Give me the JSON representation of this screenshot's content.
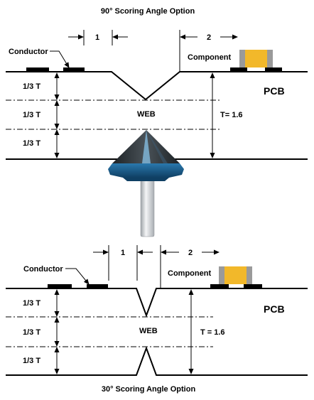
{
  "top": {
    "title": "90° Scoring Angle Option",
    "dim1": "1",
    "dim2": "2",
    "conductor": "Conductor",
    "component": "Component",
    "pcb": "PCB",
    "third": "1/3 T",
    "web": "WEB",
    "thickness": "T= 1.6"
  },
  "bottom": {
    "title": "30° Scoring Angle Option",
    "dim1": "1",
    "dim2": "2",
    "conductor": "Conductor",
    "component": "Component",
    "pcb": "PCB",
    "third": "1/3 T",
    "web": "WEB",
    "thickness": "T = 1.6"
  },
  "colors": {
    "line": "#000000",
    "bit_blue": "#1f5f8c",
    "bit_dark": "#143f5e",
    "bit_highlight": "#7fb4d6",
    "cone_dark": "#2e3338",
    "shank": "#d8dadc",
    "component_body": "#f2b82a",
    "component_caps": "#9a9a9a"
  },
  "icons": [
    "router-bit-icon",
    "component-icon"
  ]
}
